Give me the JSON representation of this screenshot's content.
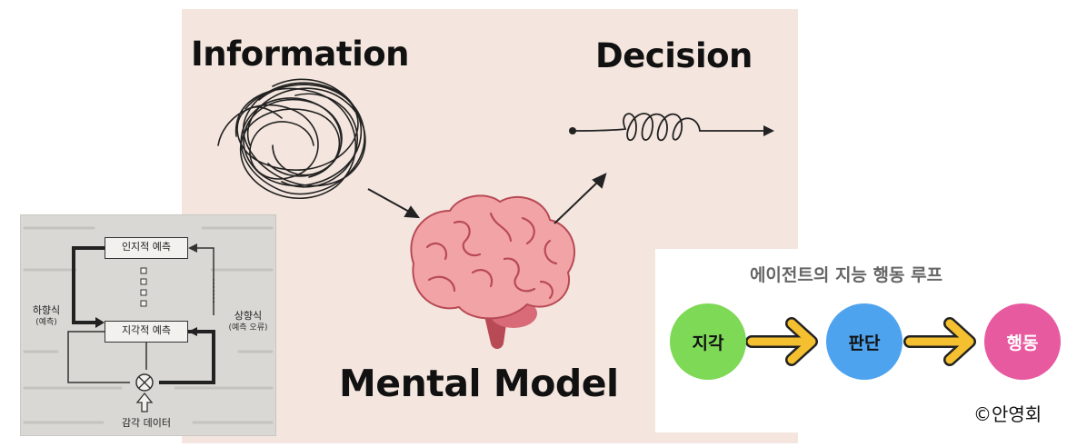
{
  "main": {
    "information": "Information",
    "decision": "Decision",
    "mental_model": "Mental Model"
  },
  "book_diagram": {
    "top_box": "인지적 예측",
    "mid_box": "지각적 예측",
    "left_label": "하향식",
    "left_sub": "(예측)",
    "right_label": "상향식",
    "right_sub": "(예측 오류)",
    "bottom_label": "감각 데이터"
  },
  "agent_loop": {
    "title": "에이전트의 지능 행동 루프",
    "steps": [
      "지각",
      "판단",
      "행동"
    ],
    "colors": [
      "#7ed957",
      "#4ea3ef",
      "#e85aa0"
    ],
    "arrow_color": "#f4c030",
    "copyright": "©안영회"
  }
}
